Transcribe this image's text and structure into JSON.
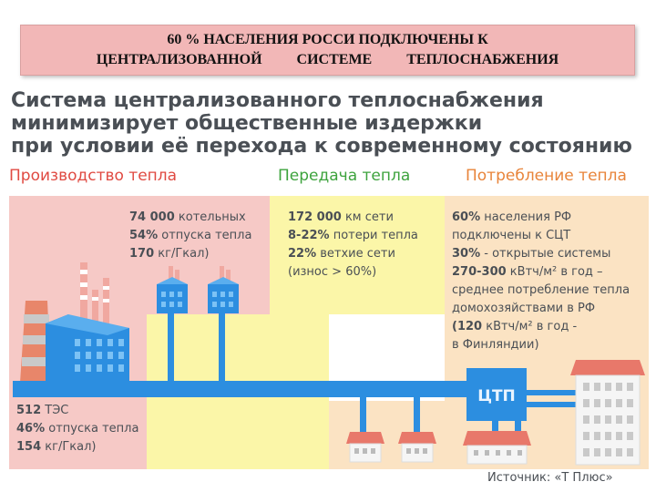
{
  "banner": {
    "line1": "60 % НАСЕЛЕНИЯ РОССИ ПОДКЛЮЧЕНЫ К",
    "line2": "ЦЕНТРАЛИЗОВАННОЙ СИСТЕМЕ ТЕПЛОСНАБЖЕНИЯ"
  },
  "headline": {
    "line1": "Система централизованного теплоснабжения",
    "line2": "минимизирует общественные издержки",
    "line3": "при условии её перехода к современному состоянию"
  },
  "sections": {
    "production": {
      "title": "Производство тепла",
      "boilers": [
        {
          "value": "74 000",
          "text": " котельных"
        },
        {
          "value": "54%",
          "text": " отпуска тепла"
        },
        {
          "value": "170",
          "text": " кг/Гкал)"
        }
      ],
      "tpp": [
        {
          "value": "512",
          "text": " ТЭС"
        },
        {
          "value": "46%",
          "text": " отпуска тепла"
        },
        {
          "value": "154",
          "text": " кг/Гкал)"
        }
      ]
    },
    "transmission": {
      "title": "Передача тепла",
      "lines": [
        {
          "value": "172 000",
          "text": " км сети"
        },
        {
          "value": "8-22%",
          "text": " потери тепла"
        },
        {
          "value": "22%",
          "text": " ветхие сети"
        },
        {
          "value": "",
          "text": "(износ > 60%)"
        }
      ]
    },
    "consumption": {
      "title": "Потребление тепла",
      "lines": [
        {
          "value": "60%",
          "text": " населения РФ"
        },
        {
          "value": "",
          "text": "подключены к СЦТ"
        },
        {
          "value": "30%",
          "text": " - открытые системы"
        },
        {
          "value": "270-300",
          "text": " кВтч/м² в год –"
        },
        {
          "value": "",
          "text": "среднее потребление тепла"
        },
        {
          "value": "",
          "text": "домохозяйствами в РФ"
        },
        {
          "value": "(120",
          "text": " кВтч/м² в год -"
        },
        {
          "value": "",
          "text": "в Финляндии)"
        }
      ]
    }
  },
  "ctp_label": "ЦТП",
  "source": "Источник: «Т Плюс»",
  "colors": {
    "banner_bg": "#f2b7b7",
    "production_bg": "#f6c9c6",
    "transmission_bg": "#fbf6a8",
    "consumption_bg": "#fbe3c3",
    "pipe_blue": "#2c8ee0",
    "red_title": "#e04a42",
    "green_title": "#3da33d",
    "orange_title": "#e8843a"
  }
}
